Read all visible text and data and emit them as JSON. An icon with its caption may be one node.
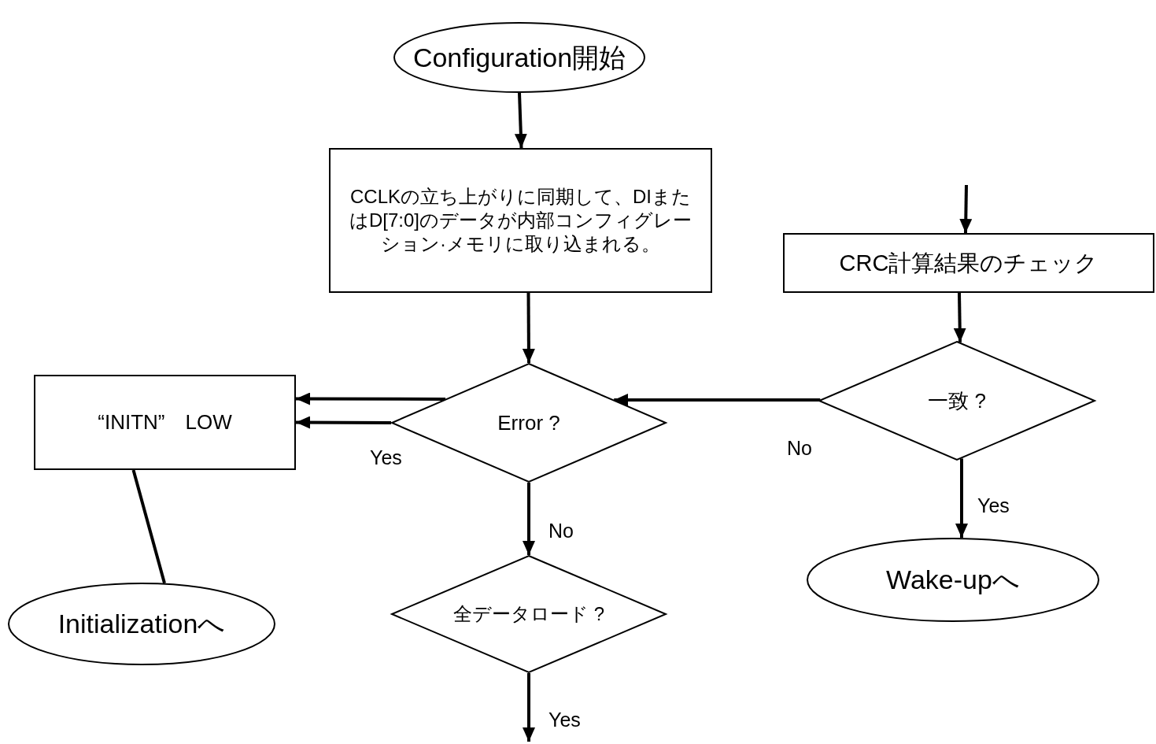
{
  "diagram": {
    "nodes": [
      {
        "text": [
          "Configuration開始"
        ]
      },
      {
        "text": [
          "CCLKの立ち上がりに同期して、DIまたはD[7:0]のデータが内部コンフィグレーション·メモリに取り込まれる。"
        ]
      },
      {
        "text": [
          "CRC計算結果のチェック"
        ]
      },
      {
        "text": [
          "Error ?"
        ]
      },
      {
        "text": [
          "一致 ?"
        ]
      },
      {
        "text": [
          "“INITN”　LOW"
        ]
      },
      {
        "text": [
          "Initializationへ"
        ]
      },
      {
        "text": [
          "Wake-upへ"
        ]
      },
      {
        "text": [
          "全データロード ?"
        ]
      }
    ],
    "edges": [
      {
        "from": 0,
        "to": 1,
        "arrow": "to"
      },
      {
        "from": null,
        "to": 2,
        "arrow": "to"
      },
      {
        "from": 2,
        "to": 4,
        "arrow": "to"
      },
      {
        "from": 1,
        "to": 3,
        "arrow": "to"
      },
      {
        "from": 4,
        "to": 3,
        "arrow": "to",
        "label": "No"
      },
      {
        "from": 3,
        "to": 5,
        "arrow": "to"
      },
      {
        "from": 3,
        "to": 5,
        "arrow": "to",
        "label": "Yes"
      },
      {
        "from": 5,
        "to": 6,
        "arrow": "none"
      },
      {
        "from": 3,
        "to": 8,
        "arrow": "to",
        "label": "No"
      },
      {
        "from": 4,
        "to": 7,
        "arrow": "to",
        "label": "Yes"
      },
      {
        "from": 8,
        "to": null,
        "arrow": "to",
        "label": "Yes"
      }
    ]
  }
}
